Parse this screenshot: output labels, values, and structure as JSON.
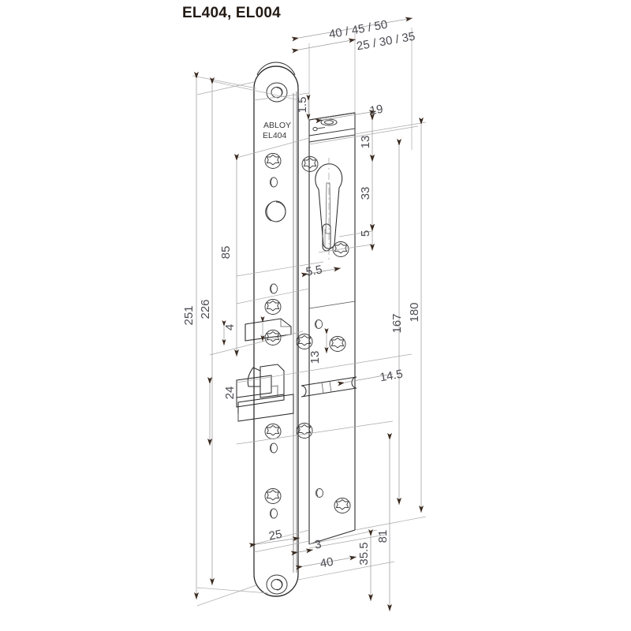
{
  "drawing": {
    "title": "EL404, EL004",
    "product_marking": {
      "brand": "ABLOY",
      "model": "EL404"
    },
    "type": "technical-drawing",
    "subject": "electric lock case with faceplate, euro-profile cylinder, latch bolt and dead bolt",
    "units": "mm",
    "colors": {
      "title": "#231a14",
      "dimension_text": "#4a4a52",
      "dimension_line": "#9a9a9a",
      "arrow": "#3a2a20",
      "outline": "#2b2b2b",
      "thin_line": "#7d7d7d",
      "background": "#ffffff"
    },
    "dimensions": {
      "top_chain_upper": "40 / 45 / 50",
      "top_chain_lower": "25 / 30 / 35",
      "overall_height": "251",
      "case_height": "226",
      "upper_group": "85",
      "latch_thickness": "4",
      "bolt_group": "24",
      "faceplate_width": "25",
      "faceplate_thickness": "3",
      "case_depth": "40",
      "bottom_offset": "35.5",
      "bottom_group": "81",
      "cyl_top_gap": "1.5",
      "case_top_width": "19",
      "cyl_to_top": "13",
      "cyl_height": "33",
      "cyl_lower": "5",
      "cyl_offset": "5.5",
      "screw_spacing": "13",
      "bolt_throw": "14.5",
      "case_span_inner": "167",
      "case_span_outer": "180"
    },
    "labels": [
      {
        "id": "d-40-45-50",
        "text": "40 / 45 / 50"
      },
      {
        "id": "d-25-30-35",
        "text": "25 / 30 / 35"
      },
      {
        "id": "d-1p5",
        "text": "1.5"
      },
      {
        "id": "d-19",
        "text": "19"
      },
      {
        "id": "d-13-top",
        "text": "13"
      },
      {
        "id": "d-33",
        "text": "33"
      },
      {
        "id": "d-5",
        "text": "5"
      },
      {
        "id": "d-5p5",
        "text": "5.5"
      },
      {
        "id": "d-251",
        "text": "251"
      },
      {
        "id": "d-226",
        "text": "226"
      },
      {
        "id": "d-85",
        "text": "85"
      },
      {
        "id": "d-4",
        "text": "4"
      },
      {
        "id": "d-24",
        "text": "24"
      },
      {
        "id": "d-13-mid",
        "text": "13"
      },
      {
        "id": "d-14p5",
        "text": "14.5"
      },
      {
        "id": "d-167",
        "text": "167"
      },
      {
        "id": "d-180",
        "text": "180"
      },
      {
        "id": "d-25",
        "text": "25"
      },
      {
        "id": "d-3",
        "text": "3"
      },
      {
        "id": "d-40",
        "text": "40"
      },
      {
        "id": "d-35p5",
        "text": "35.5"
      },
      {
        "id": "d-81",
        "text": "81"
      }
    ]
  }
}
